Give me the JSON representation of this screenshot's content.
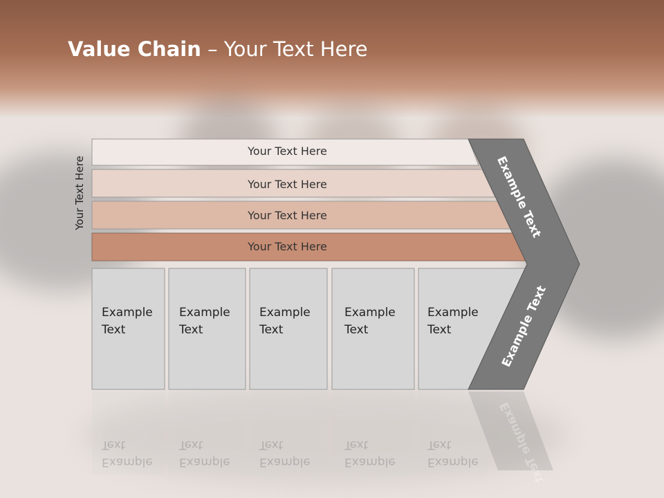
{
  "slide": {
    "title_bold": "Value Chain",
    "title_rest": " – Your Text Here",
    "vertical_label": "Your Text Here"
  },
  "rows": [
    {
      "label": "Your Text Here",
      "color": "#f1e9e6"
    },
    {
      "label": "Your Text Here",
      "color": "#e8d4cb"
    },
    {
      "label": "Your Text Here",
      "color": "#ddb9a8"
    },
    {
      "label": "Your Text Here",
      "color": "#c68e74"
    }
  ],
  "cells": [
    {
      "line1": "Example",
      "line2": "Text"
    },
    {
      "line1": "Example",
      "line2": "Text"
    },
    {
      "line1": "Example",
      "line2": "Text"
    },
    {
      "line1": "Example",
      "line2": "Text"
    },
    {
      "line1": "Example",
      "line2": "Text"
    }
  ],
  "chevron": {
    "top_text": "Example Text",
    "bottom_text": "Example Text",
    "color": "#7a7a7a"
  },
  "colors": {
    "cell_fill": "#d6d6d6",
    "title_band": "#a56f55"
  }
}
